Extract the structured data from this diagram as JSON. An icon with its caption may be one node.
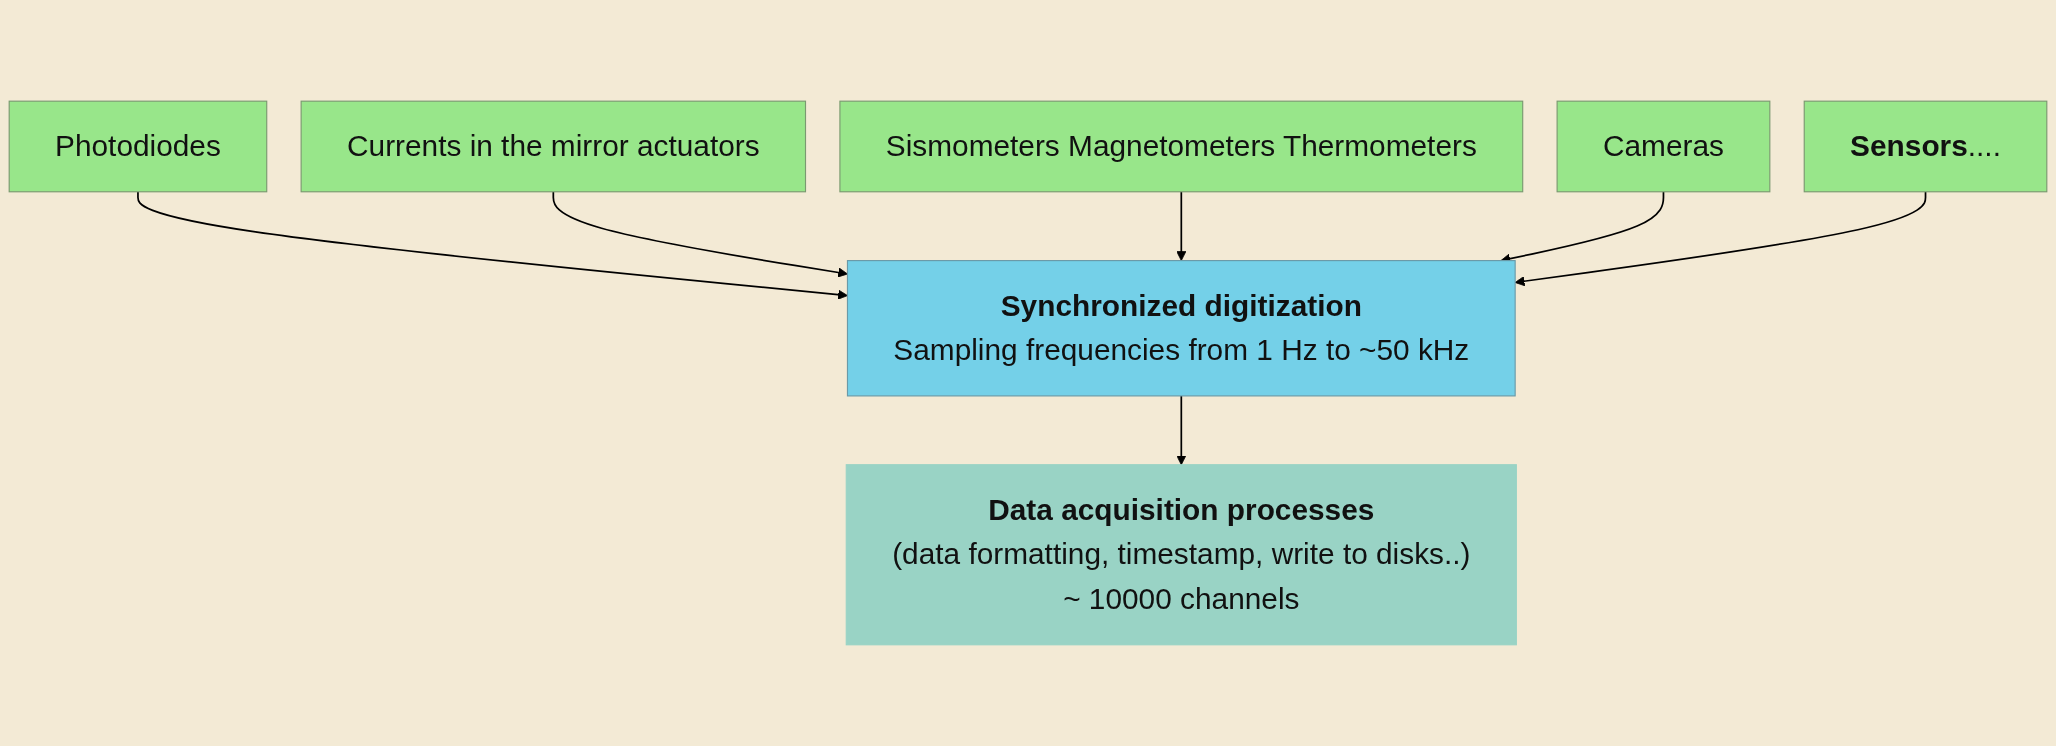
{
  "diagram": {
    "nodes": [
      {
        "text": [
          "Photodiodes"
        ]
      },
      {
        "text": [
          "Currents in the mirror actuators"
        ]
      },
      {
        "text": [
          "Sismometers Magnetometers Thermometers"
        ]
      },
      {
        "text": [
          "Cameras"
        ]
      },
      {
        "text": [
          "**Sensors**...."
        ]
      },
      {
        "text": [
          "Synchronized digitization",
          "Sampling frequencies from 1 Hz to ~50 kHz"
        ]
      },
      {
        "text": [
          "Data acquisition processes",
          "(data formatting, timestamp, write to disks..)",
          "~ 10000 channels"
        ]
      }
    ],
    "edges": [
      {
        "from": 0,
        "to": 5,
        "arrow": "to"
      },
      {
        "from": 1,
        "to": 5,
        "arrow": "to"
      },
      {
        "from": 2,
        "to": 5,
        "arrow": "to"
      },
      {
        "from": 3,
        "to": 5,
        "arrow": "to"
      },
      {
        "from": 4,
        "to": 5,
        "arrow": "to"
      },
      {
        "from": 5,
        "to": 6,
        "arrow": "to"
      }
    ]
  }
}
